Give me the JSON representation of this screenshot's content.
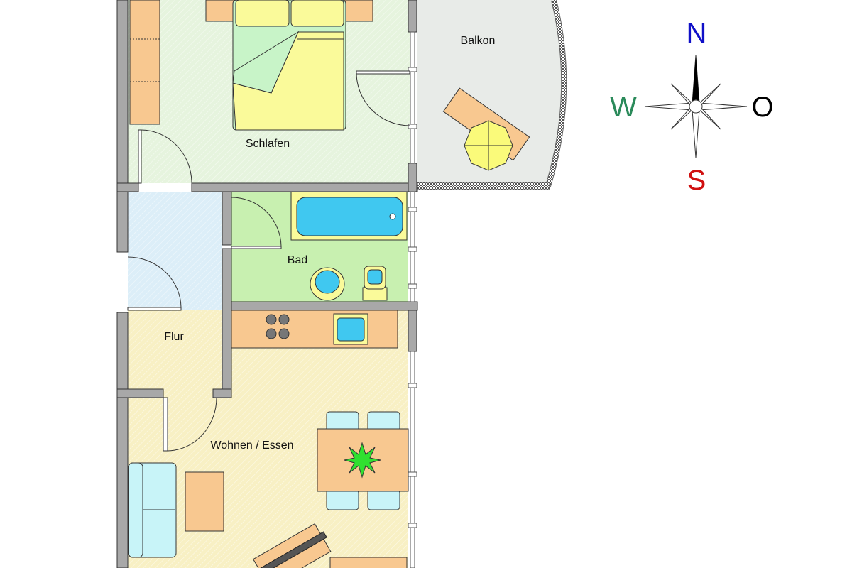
{
  "rooms": {
    "schlafen": "Schlafen",
    "balkon": "Balkon",
    "bad": "Bad",
    "flur": "Flur",
    "wohnen": "Wohnen / Essen"
  },
  "compass": {
    "north": "N",
    "south": "S",
    "west": "W",
    "east": "O",
    "colors": {
      "north": "#1010c8",
      "south": "#d01010",
      "west": "#2a8a5a",
      "east": "#000000"
    }
  },
  "colors": {
    "wall": "#a8a8a8",
    "bedroom": "#e6f4de",
    "balcony": "#e8ebe8",
    "hall": "#dceef8",
    "bath": "#c8f0b0",
    "living": "#f8f0c4",
    "wood": "#f8c890",
    "water": "#40c8f0"
  }
}
